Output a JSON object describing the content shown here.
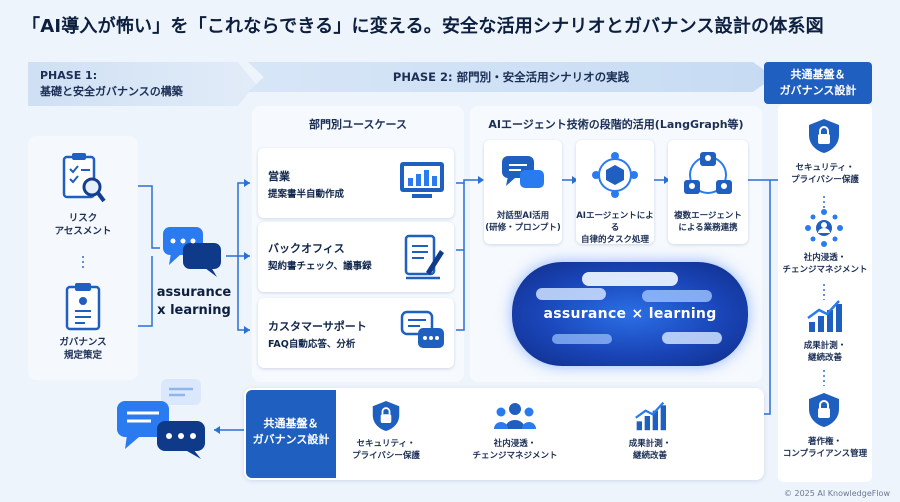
{
  "title": "「AI導入が怖い」を「これならできる」に変える。安全な活用シナリオとガバナンス設計の体系図",
  "phase1": {
    "line1": "PHASE 1:",
    "line2": "基礎と安全ガバナンスの構築"
  },
  "phase2": {
    "label": "PHASE 2: 部門別・安全活用シナリオの実践"
  },
  "common_top": {
    "line1": "共通基盤＆",
    "line2": "ガバナンス設計"
  },
  "left": {
    "risk": {
      "line1": "リスク",
      "line2": "アセスメント"
    },
    "gov": {
      "line1": "ガバナンス",
      "line2": "規定策定"
    }
  },
  "brand": {
    "line1": "assurance",
    "line2": "x learning"
  },
  "dept": {
    "heading": "部門別ユースケース",
    "items": [
      {
        "title": "営業",
        "sub": "提案書半自動作成"
      },
      {
        "title": "バックオフィス",
        "sub": "契約書チェック、議事録"
      },
      {
        "title": "カスタマーサポート",
        "sub": "FAQ自動応答、分析"
      }
    ]
  },
  "agent": {
    "heading": "AIエージェント技術の段階的活用(LangGraph等)",
    "steps": [
      {
        "line1": "対話型AI活用",
        "line2": "(研修・プロンプト)"
      },
      {
        "line1": "AIエージェントによる",
        "line2": "自律的タスク処理"
      },
      {
        "line1": "複数エージェント",
        "line2": "による業務連携"
      }
    ],
    "pill_text": "assurance × learning"
  },
  "right": {
    "items": [
      {
        "line1": "セキュリティ・",
        "line2": "プライバシー保護"
      },
      {
        "line1": "社内浸透・",
        "line2": "チェンジマネジメント"
      },
      {
        "line1": "成果計測・",
        "line2": "継続改善"
      },
      {
        "line1": "著作権・",
        "line2": "コンプライアンス管理"
      }
    ]
  },
  "bottom": {
    "badge": {
      "line1": "共通基盤＆",
      "line2": "ガバナンス設計"
    },
    "items": [
      {
        "line1": "セキュリティ・",
        "line2": "プライバシー保護"
      },
      {
        "line1": "社内浸透・",
        "line2": "チェンジマネジメント"
      },
      {
        "line1": "成果計測・",
        "line2": "継続改善"
      }
    ]
  },
  "footer": "© 2025 AI KnowledgeFlow",
  "colors": {
    "accent": "#1f5fbf",
    "line": "#2a6fd6",
    "bg": "#eef4fb"
  }
}
